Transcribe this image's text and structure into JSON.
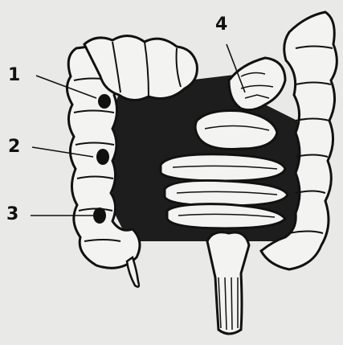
{
  "labels": {
    "n1": "1",
    "n2": "2",
    "n3": "3",
    "n4": "4"
  },
  "colors": {
    "background": "#e9e9e7",
    "ink": "#111111",
    "shadow": "#1d1d1d",
    "tissue": "#f3f3f1"
  }
}
